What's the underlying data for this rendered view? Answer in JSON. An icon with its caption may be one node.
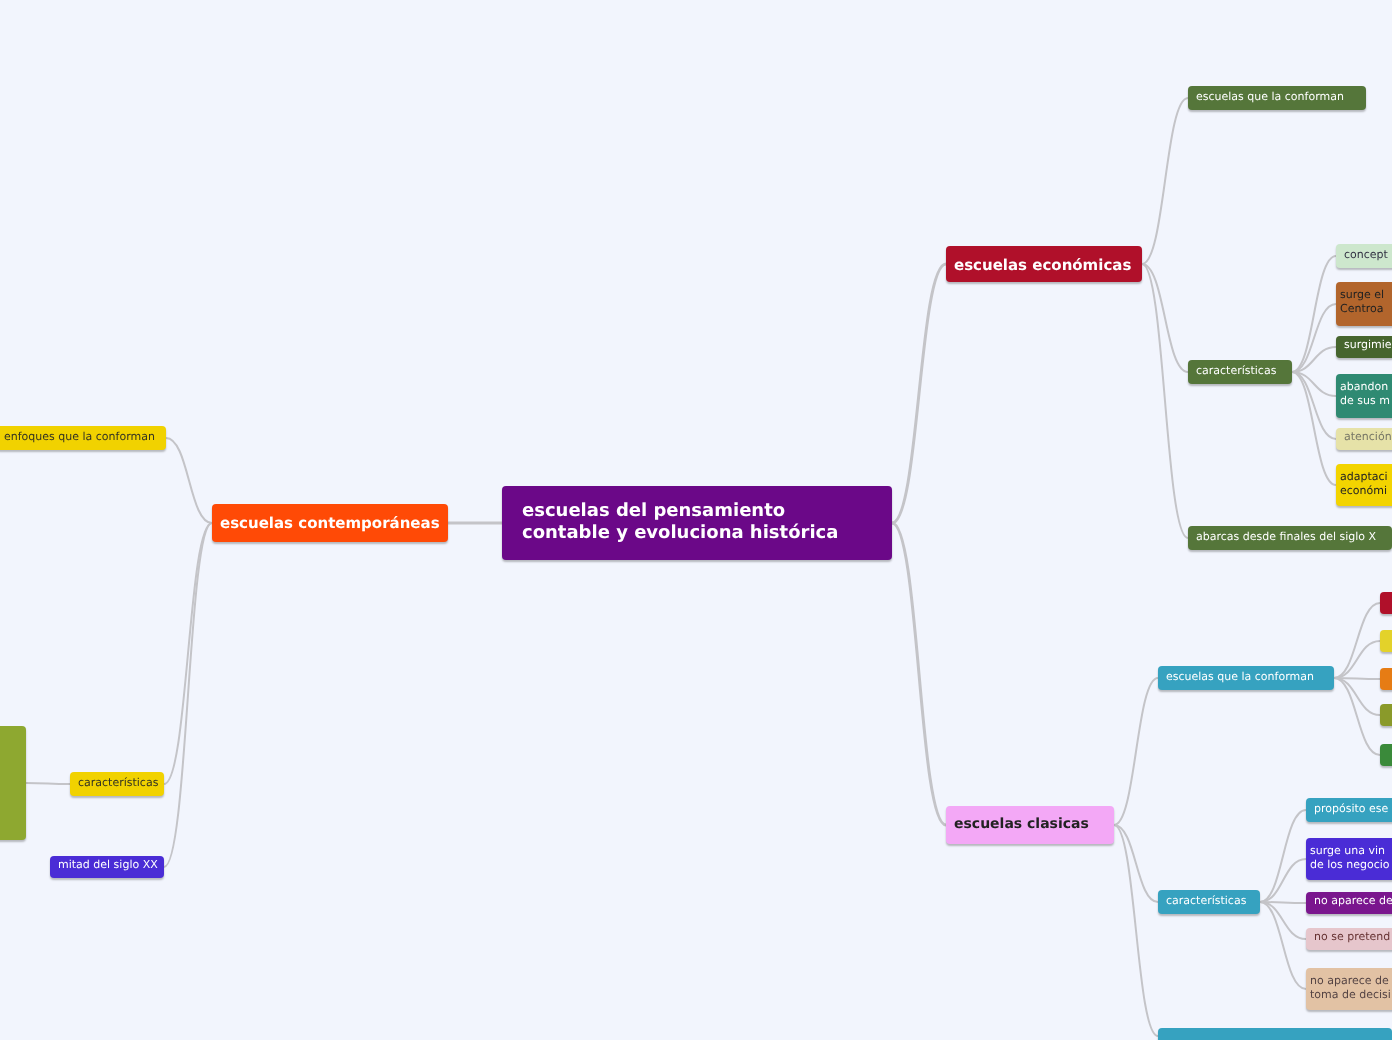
{
  "diagram": {
    "nodes": [
      {
        "text": [
          "escuelas del pensamiento contable y evoluciona histórica"
        ]
      },
      {
        "text": [
          "escuelas económicas"
        ]
      },
      {
        "text": [
          "escuelas que la conforman"
        ]
      },
      {
        "text": [
          "características"
        ]
      },
      {
        "text": [
          "abarcas desde finales del siglo X"
        ]
      },
      {
        "text": [
          "concept"
        ]
      },
      {
        "text": [
          "surge el Centroa"
        ]
      },
      {
        "text": [
          "surgimie"
        ]
      },
      {
        "text": [
          "abandon de sus m"
        ]
      },
      {
        "text": [
          "atención"
        ]
      },
      {
        "text": [
          "adaptaci económi"
        ]
      },
      {
        "text": [
          "escuelas clasicas"
        ]
      },
      {
        "text": [
          "escuelas que la conforman"
        ]
      },
      {
        "text": [
          "características"
        ]
      },
      {
        "text": [],
        "shape": "box"
      },
      {
        "text": [],
        "shape": "box"
      },
      {
        "text": [],
        "shape": "box"
      },
      {
        "text": [],
        "shape": "box"
      },
      {
        "text": [],
        "shape": "box"
      },
      {
        "text": [],
        "shape": "box"
      },
      {
        "text": [
          "propósito ese"
        ]
      },
      {
        "text": [
          "surge una vin de los negocio"
        ]
      },
      {
        "text": [
          "no aparece de"
        ]
      },
      {
        "text": [
          "no se pretend"
        ]
      },
      {
        "text": [
          "no aparece de toma de decisi"
        ]
      },
      {
        "text": [
          "escuelas contemporáneas"
        ]
      },
      {
        "text": [
          "enfoques que la conforman"
        ]
      },
      {
        "text": [
          "características"
        ]
      },
      {
        "text": [
          "mitad del siglo XX"
        ]
      },
      {
        "text": [],
        "shape": "box"
      }
    ],
    "edges": [
      {
        "from": 0,
        "to": 1,
        "arrow": "none"
      },
      {
        "from": 0,
        "to": 11,
        "arrow": "none"
      },
      {
        "from": 0,
        "to": 25,
        "arrow": "none"
      },
      {
        "from": 1,
        "to": 2,
        "arrow": "none"
      },
      {
        "from": 1,
        "to": 3,
        "arrow": "none"
      },
      {
        "from": 1,
        "to": 4,
        "arrow": "none"
      },
      {
        "from": 3,
        "to": 5,
        "arrow": "none"
      },
      {
        "from": 3,
        "to": 6,
        "arrow": "none"
      },
      {
        "from": 3,
        "to": 7,
        "arrow": "none"
      },
      {
        "from": 3,
        "to": 8,
        "arrow": "none"
      },
      {
        "from": 3,
        "to": 9,
        "arrow": "none"
      },
      {
        "from": 3,
        "to": 10,
        "arrow": "none"
      },
      {
        "from": 11,
        "to": 12,
        "arrow": "none"
      },
      {
        "from": 11,
        "to": 13,
        "arrow": "none"
      },
      {
        "from": 11,
        "to": 14,
        "arrow": "none"
      },
      {
        "from": 12,
        "to": 15,
        "arrow": "none"
      },
      {
        "from": 12,
        "to": 16,
        "arrow": "none"
      },
      {
        "from": 12,
        "to": 17,
        "arrow": "none"
      },
      {
        "from": 12,
        "to": 18,
        "arrow": "none"
      },
      {
        "from": 12,
        "to": 19,
        "arrow": "none"
      },
      {
        "from": 13,
        "to": 20,
        "arrow": "none"
      },
      {
        "from": 13,
        "to": 21,
        "arrow": "none"
      },
      {
        "from": 13,
        "to": 22,
        "arrow": "none"
      },
      {
        "from": 13,
        "to": 23,
        "arrow": "none"
      },
      {
        "from": 13,
        "to": 24,
        "arrow": "none"
      },
      {
        "from": 25,
        "to": 26,
        "arrow": "none"
      },
      {
        "from": 25,
        "to": 27,
        "arrow": "none"
      },
      {
        "from": 25,
        "to": 28,
        "arrow": "none"
      },
      {
        "from": 27,
        "to": 29,
        "arrow": "none"
      }
    ]
  }
}
